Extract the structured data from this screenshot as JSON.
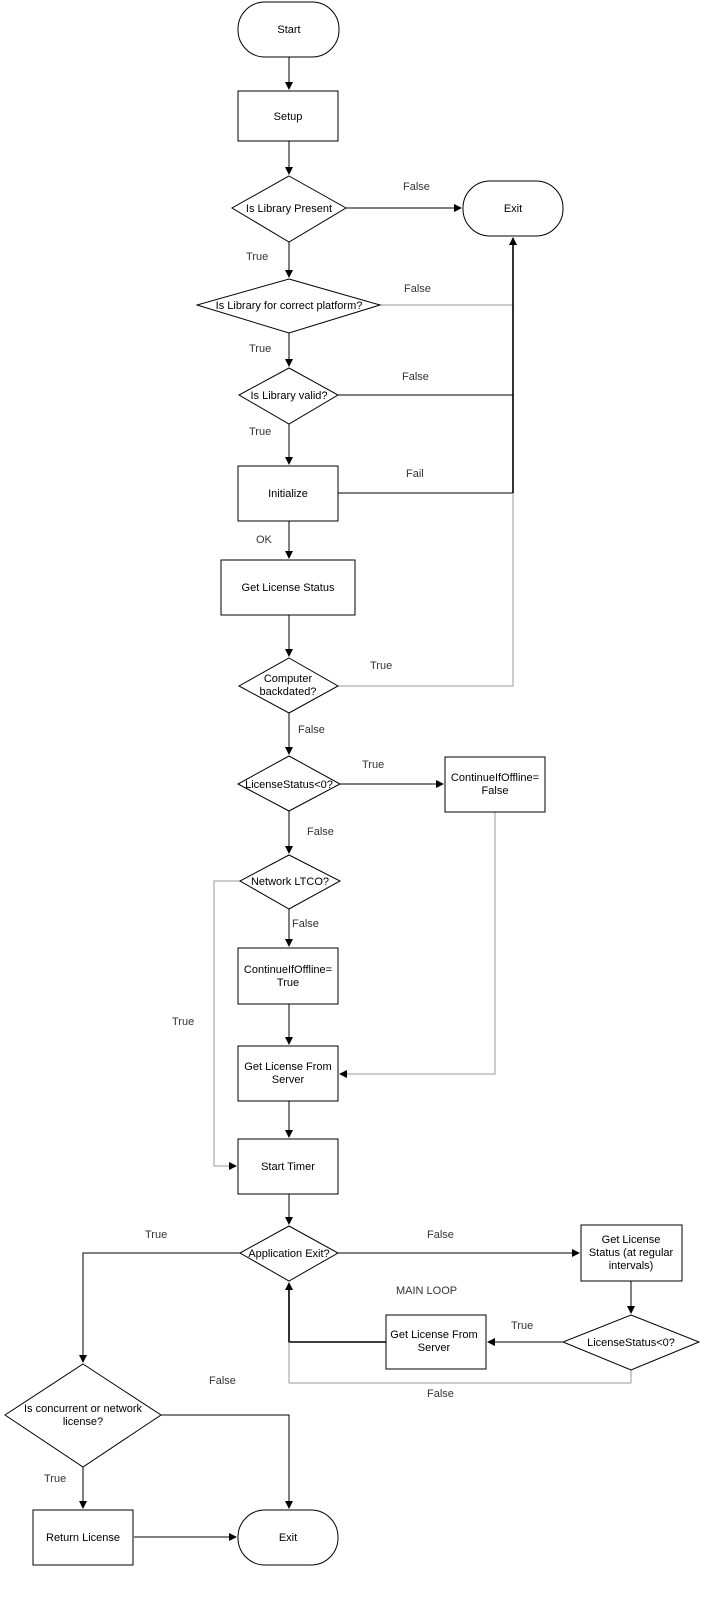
{
  "nodes": {
    "start": "Start",
    "setup": "Setup",
    "is_library_present": "Is Library Present",
    "exit_top": "Exit",
    "is_library_correct_platform": "Is Library for correct platform?",
    "is_library_valid": "Is Library valid?",
    "initialize": "Initialize",
    "get_license_status": "Get License Status",
    "computer_backdated_1": "Computer",
    "computer_backdated_2": "backdated?",
    "license_status_check": "LicenseStatus<0?",
    "continue_offline_false_1": "ContinueIfOffline=",
    "continue_offline_false_2": "False",
    "network_ltco": "Network LTCO?",
    "continue_offline_true_1": "ContinueIfOffline=",
    "continue_offline_true_2": "True",
    "get_license_from_server_1": "Get License From",
    "get_license_from_server_2": "Server",
    "start_timer": "Start Timer",
    "application_exit": "Application Exit?",
    "get_license_status_regular_1": "Get License",
    "get_license_status_regular_2": "Status (at regular",
    "get_license_status_regular_3": "intervals)",
    "loop_license_status_check": "LicenseStatus<0?",
    "loop_get_license_from_server_1": "Get License From",
    "loop_get_license_from_server_2": "Server",
    "is_concurrent_1": "Is concurrent or network",
    "is_concurrent_2": "license?",
    "return_license": "Return License",
    "exit_bottom": "Exit"
  },
  "edge_labels": {
    "present_false": "False",
    "present_true": "True",
    "platform_false": "False",
    "platform_true": "True",
    "valid_false": "False",
    "valid_true": "True",
    "init_fail": "Fail",
    "init_ok": "OK",
    "backdated_true": "True",
    "backdated_false": "False",
    "status_true": "True",
    "status_false": "False",
    "ltco_false": "False",
    "ltco_true": "True",
    "appexit_true": "True",
    "appexit_false": "False",
    "loop_status_true": "True",
    "loop_status_false": "False",
    "concurrent_false": "False",
    "concurrent_true": "True"
  },
  "annotations": {
    "main_loop": "MAIN LOOP"
  }
}
